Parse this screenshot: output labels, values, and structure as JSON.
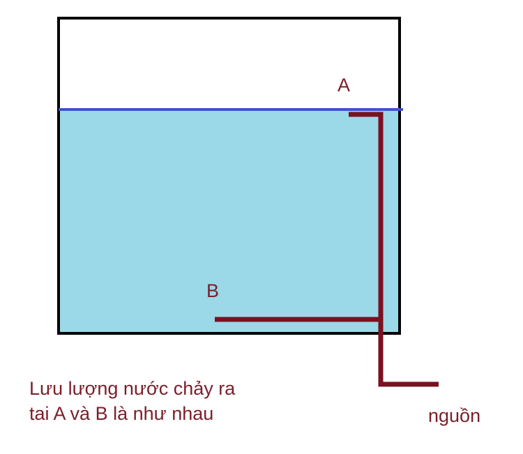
{
  "labels": {
    "point_a": "A",
    "point_b": "B",
    "source": "nguồn"
  },
  "caption": {
    "line1": "Lưu lượng nước chảy ra",
    "line2": "tai A và B là như nhau"
  },
  "colors": {
    "water": "#9bd8e8",
    "water_surface": "#4250d4",
    "tank_outline": "#000000",
    "pipe": "#7a1020",
    "text": "#7a1f2b"
  }
}
